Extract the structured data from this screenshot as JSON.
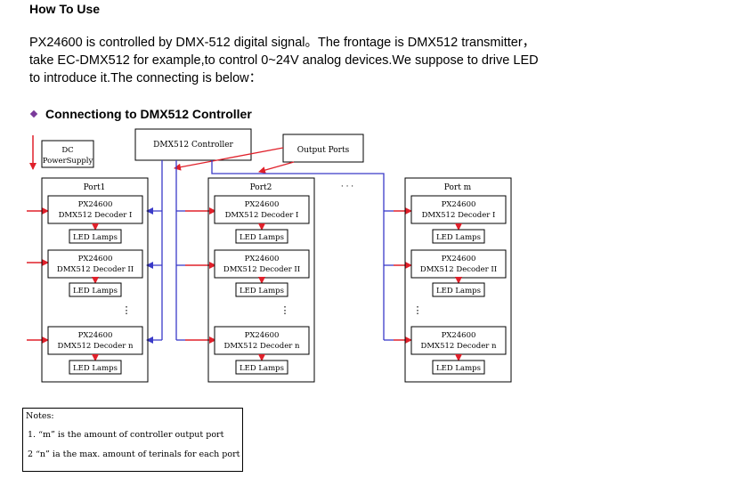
{
  "heading": "How To Use",
  "intro": {
    "line1": "PX24600 is controlled by DMX-512 digital signal。The frontage is DMX512 transmitter，",
    "line2": "take EC-DMX512 for example,to control 0~24V analog devices.We suppose to drive LED",
    "line3": "to introduce it.The connecting is below："
  },
  "section_title": "Connectiong to DMX512 Controller",
  "diagram": {
    "controller": "DMX512 Controller",
    "output_ports": "Output Ports",
    "power_line1": "DC",
    "power_line2": "PowerSupply",
    "ellipsis_h": "· · ·",
    "ports": [
      {
        "title": "Port1",
        "decoders": [
          {
            "l1": "PX24600",
            "l2": "DMX512 Decoder I"
          },
          {
            "l1": "PX24600",
            "l2": "DMX512 Decoder II"
          },
          {
            "l1": "PX24600",
            "l2": "DMX512 Decoder n"
          }
        ],
        "lamps": [
          "LED Lamps",
          "LED Lamps",
          "LED Lamps"
        ],
        "vdots": "⋮"
      },
      {
        "title": "Port2",
        "decoders": [
          {
            "l1": "PX24600",
            "l2": "DMX512 Decoder I"
          },
          {
            "l1": "PX24600",
            "l2": "DMX512 Decoder II"
          },
          {
            "l1": "PX24600",
            "l2": "DMX512 Decoder n"
          }
        ],
        "lamps": [
          "LED Lamps",
          "LED Lamps",
          "LED Lamps"
        ],
        "vdots": "⋮"
      },
      {
        "title": "Port m",
        "decoders": [
          {
            "l1": "PX24600",
            "l2": "DMX512 Decoder I"
          },
          {
            "l1": "PX24600",
            "l2": "DMX512 Decoder II"
          },
          {
            "l1": "PX24600",
            "l2": "DMX512 Decoder n"
          }
        ],
        "lamps": [
          "LED Lamps",
          "LED Lamps",
          "LED Lamps"
        ],
        "vdots": "⋮"
      }
    ]
  },
  "notes": {
    "title": "Notes:",
    "item1": "1. “m” is the amount of controller output port",
    "item2": "2 “n” ia the max. amount of terinals for each port"
  },
  "colors": {
    "signal_line": "#3a3ac8",
    "power_arrow": "#e0202a",
    "bullet": "#7a3a9a"
  }
}
